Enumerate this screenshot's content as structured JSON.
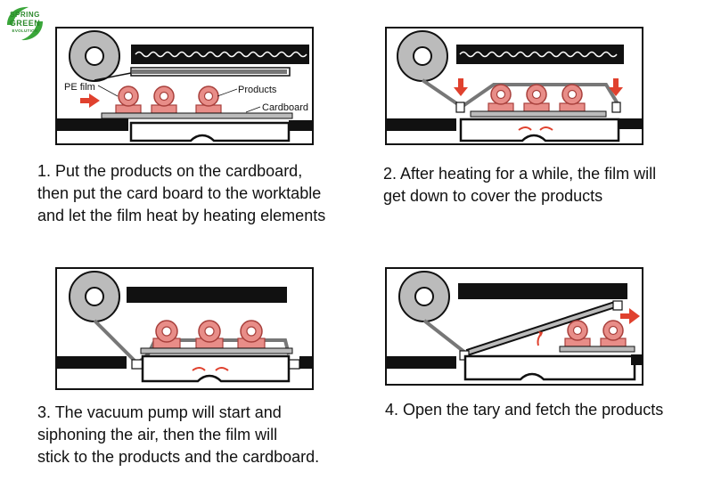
{
  "logo": {
    "line1": "SPRING",
    "line2": "GREEN",
    "line3": "EVOLUTION"
  },
  "panel1": {
    "label_film": "PE film",
    "label_products": "Products",
    "label_cardboard": "Cardboard"
  },
  "captions": {
    "step1": [
      "1. Put the products on the cardboard,",
      "then put the card board to the worktable",
      "and let the film heat by heating elements"
    ],
    "step2": [
      "2. After heating for a while, the film will",
      "get down to cover the products"
    ],
    "step3": [
      "3. The vacuum pump will start and",
      "siphoning the air, then the film will",
      "stick to the products and the cardboard."
    ],
    "step4": [
      "4. Open the tary and fetch the products"
    ]
  },
  "colors": {
    "product": "#e88d88",
    "product_dark": "#a8403c",
    "arrow": "#e0412e",
    "green": "#2d8a2d"
  }
}
